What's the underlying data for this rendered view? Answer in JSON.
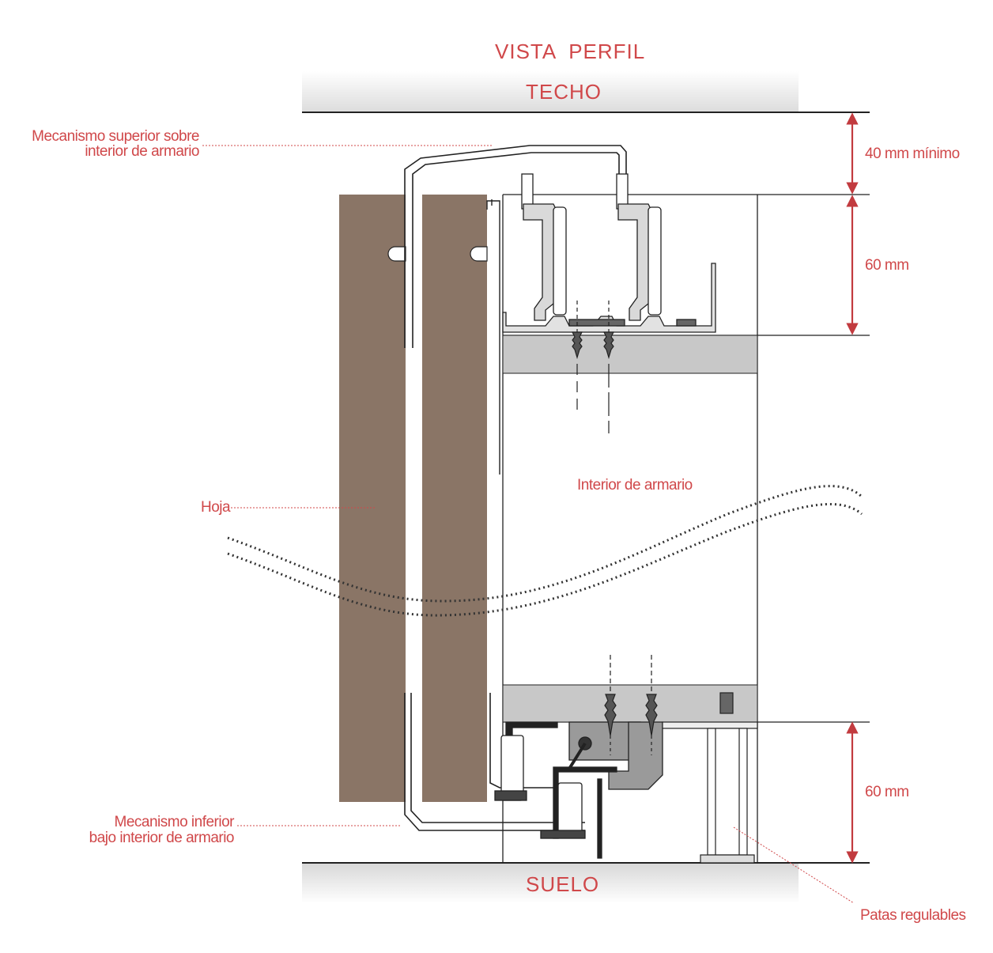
{
  "title": "VISTA  PERFIL",
  "ceiling_label": "TECHO",
  "floor_label": "SUELO",
  "labels": {
    "upper_mechanism_line1": "Mecanismo superior sobre",
    "upper_mechanism_line2": "interior de armario",
    "leaf": "Hoja",
    "wardrobe_interior": "Interior de armario",
    "lower_mechanism_line1": "Mecanismo inferior",
    "lower_mechanism_line2": "bajo interior de armario",
    "adjustable_legs": "Patas regulables"
  },
  "dimensions": {
    "top_gap": "40 mm mínimo",
    "upper_track": "60 mm",
    "lower_track": "60 mm"
  },
  "colors": {
    "accent": "#d0484a",
    "door_panel": "#8a7566",
    "shelf_gray": "#c8c8c8",
    "line": "#222222"
  }
}
